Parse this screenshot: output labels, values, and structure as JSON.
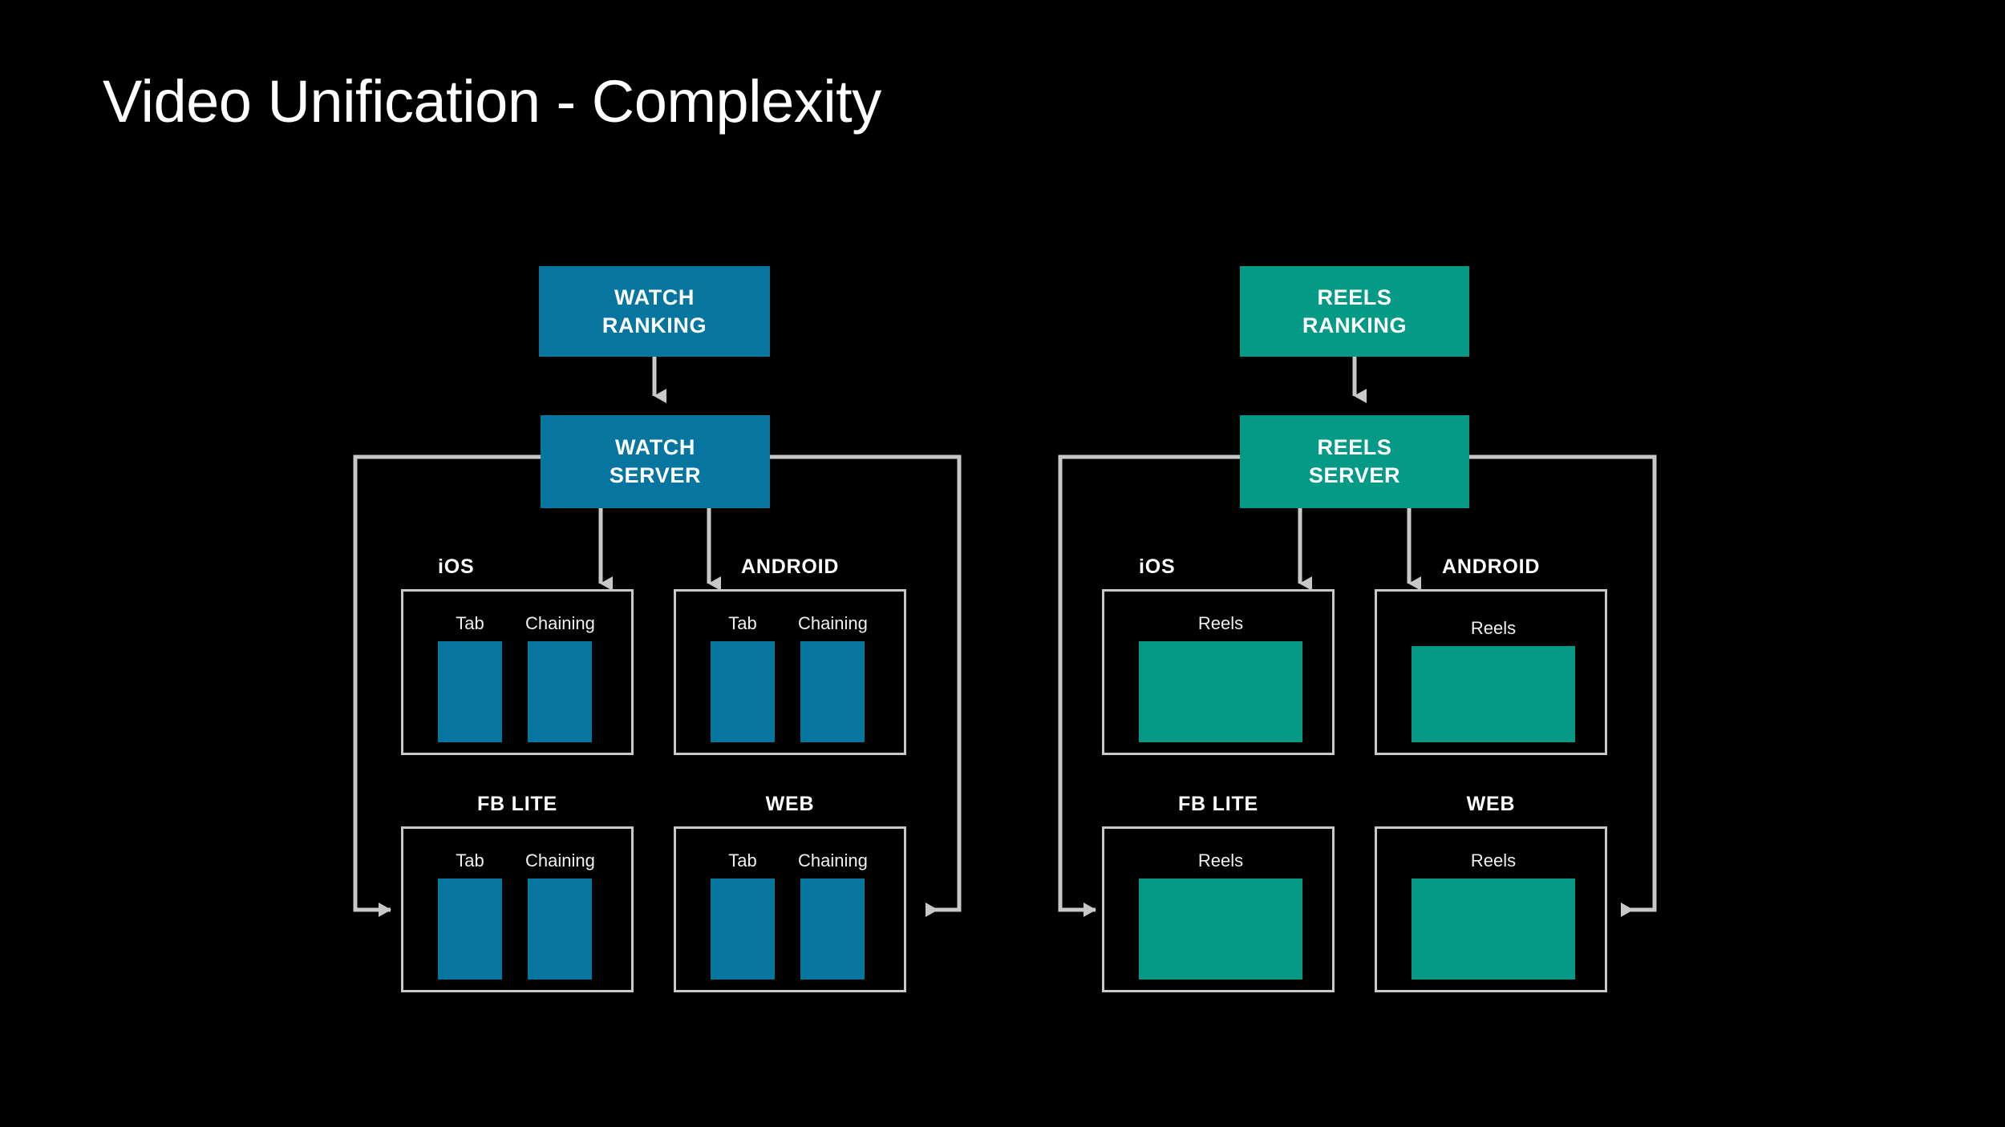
{
  "slide": {
    "title": "Video Unification - Complexity",
    "background_color": "#000000",
    "text_color": "#ffffff",
    "connector_color": "#c8c8c8"
  },
  "colors": {
    "watch_blue": "#0675a0",
    "reels_teal": "#059a86",
    "frame_gray": "#c8c8c8"
  },
  "columns": [
    {
      "id": "watch",
      "accent": "#0675a0",
      "ranking": {
        "line1": "WATCH",
        "line2": "RANKING"
      },
      "server": {
        "line1": "WATCH",
        "line2": "SERVER"
      },
      "platforms": [
        {
          "id": "ios",
          "label": "iOS",
          "slots": [
            {
              "label": "Tab"
            },
            {
              "label": "Chaining"
            }
          ]
        },
        {
          "id": "android",
          "label": "ANDROID",
          "slots": [
            {
              "label": "Tab"
            },
            {
              "label": "Chaining"
            }
          ]
        },
        {
          "id": "fblite",
          "label": "FB LITE",
          "slots": [
            {
              "label": "Tab"
            },
            {
              "label": "Chaining"
            }
          ]
        },
        {
          "id": "web",
          "label": "WEB",
          "slots": [
            {
              "label": "Tab"
            },
            {
              "label": "Chaining"
            }
          ]
        }
      ]
    },
    {
      "id": "reels",
      "accent": "#059a86",
      "ranking": {
        "line1": "REELS",
        "line2": "RANKING"
      },
      "server": {
        "line1": "REELS",
        "line2": "SERVER"
      },
      "platforms": [
        {
          "id": "ios",
          "label": "iOS",
          "slots": [
            {
              "label": "Reels"
            }
          ]
        },
        {
          "id": "android",
          "label": "ANDROID",
          "slots": [
            {
              "label": "Reels"
            }
          ]
        },
        {
          "id": "fblite",
          "label": "FB LITE",
          "slots": [
            {
              "label": "Reels"
            }
          ]
        },
        {
          "id": "web",
          "label": "WEB",
          "slots": [
            {
              "label": "Reels"
            }
          ]
        }
      ]
    }
  ]
}
